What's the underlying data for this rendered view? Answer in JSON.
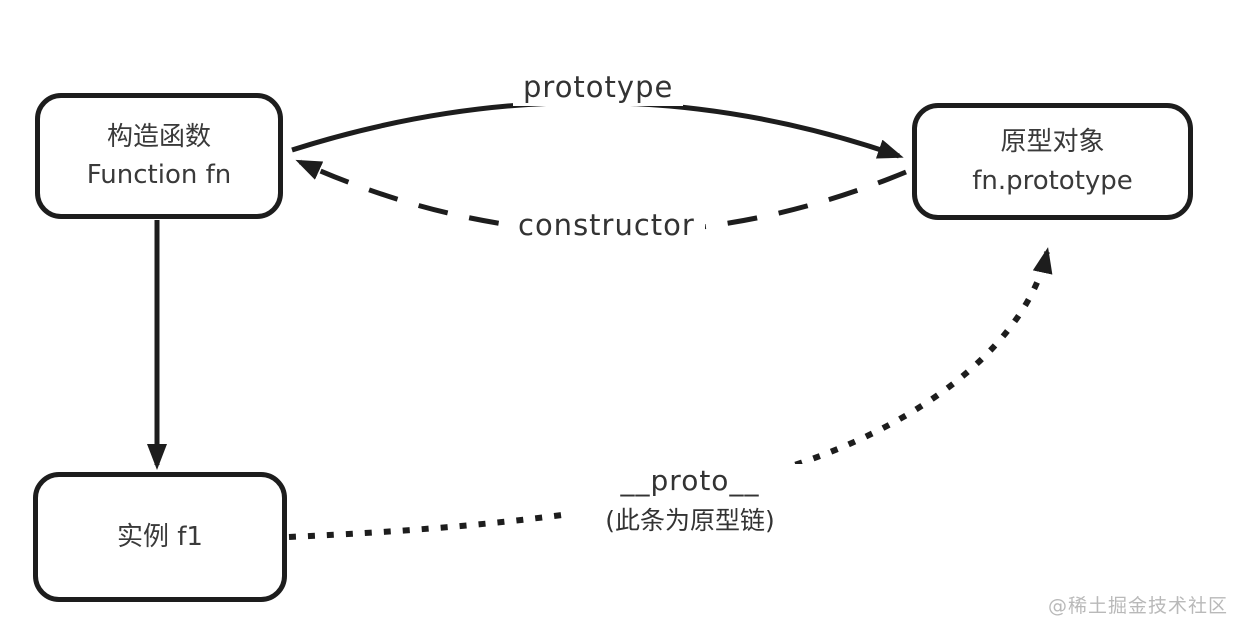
{
  "diagram": {
    "title_implicit": "JavaScript prototype chain relationship diagram",
    "nodes": {
      "constructor_fn": {
        "line1": "构造函数",
        "line2": "Function fn"
      },
      "prototype_obj": {
        "line1": "原型对象",
        "line2": "fn.prototype"
      },
      "instance_f1": {
        "line1": "实例 f1"
      }
    },
    "edges": [
      {
        "id": "prototype",
        "from": "constructor_fn",
        "to": "prototype_obj",
        "style": "solid-curve",
        "label": "prototype"
      },
      {
        "id": "constructor",
        "from": "prototype_obj",
        "to": "constructor_fn",
        "style": "dashed-curve",
        "label": "constructor"
      },
      {
        "id": "new-instance",
        "from": "constructor_fn",
        "to": "instance_f1",
        "style": "solid-straight",
        "label": ""
      },
      {
        "id": "proto",
        "from": "instance_f1",
        "to": "prototype_obj",
        "style": "dotted-curve",
        "label": "__proto__",
        "note": "(此条为原型链)"
      }
    ],
    "labels": {
      "prototype_label": "prototype",
      "constructor_label": "constructor",
      "proto_label": "__proto__",
      "proto_note": "(此条为原型链)"
    },
    "colors": {
      "stroke": "#1d1d1d",
      "node_text": "#3a3a3a",
      "label_text": "#333333",
      "background": "#ffffff",
      "watermark": "#b9b9b9"
    }
  },
  "watermark": "@稀土掘金技术社区"
}
